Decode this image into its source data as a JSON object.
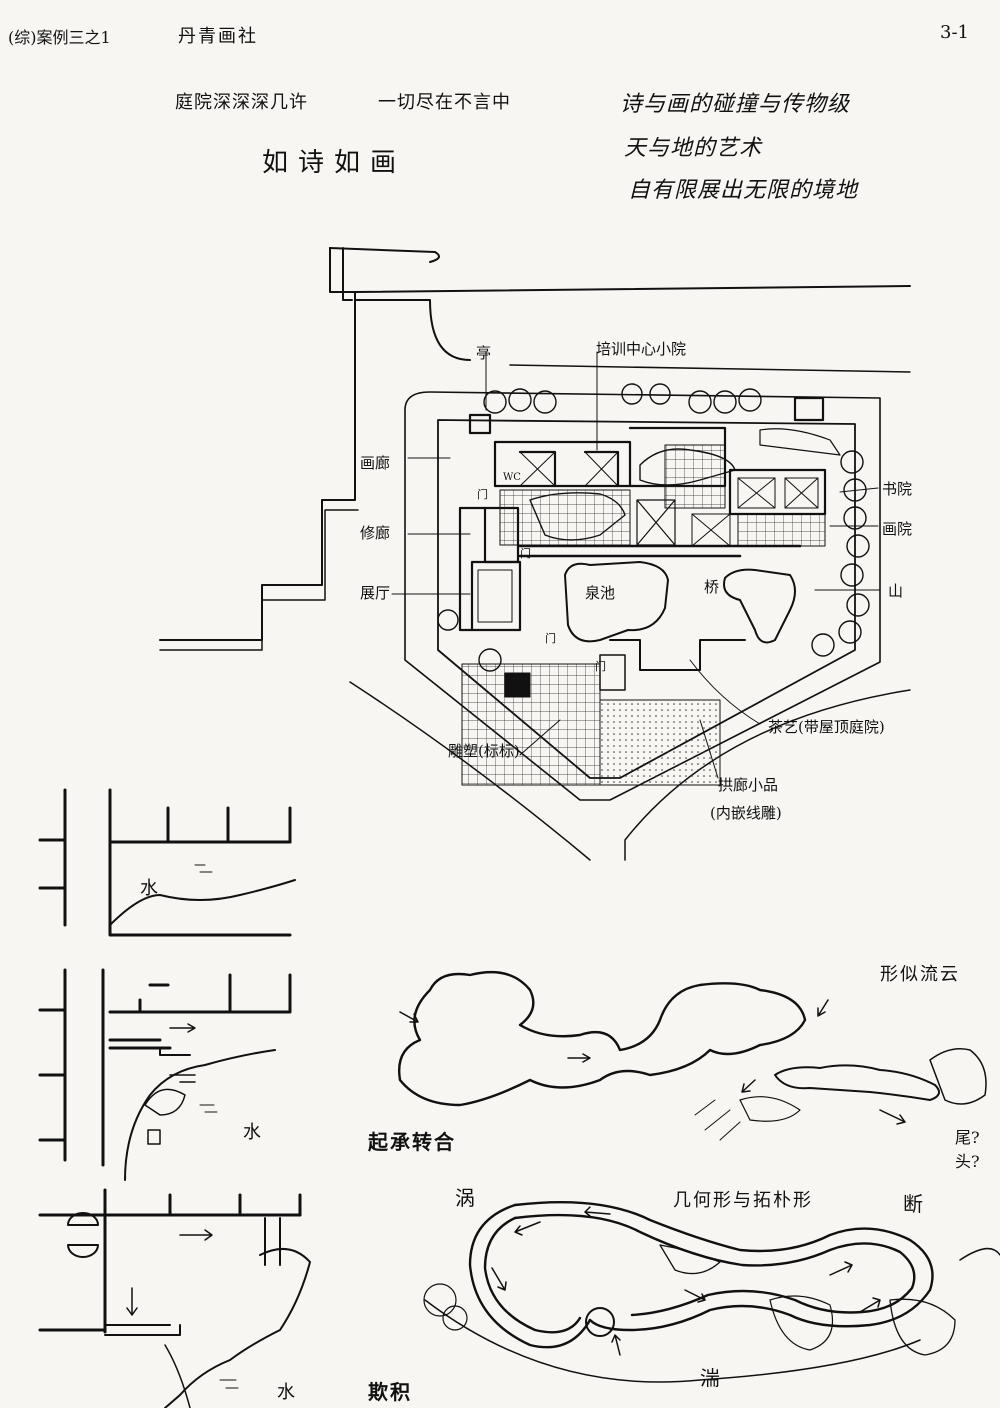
{
  "header": {
    "top_left": "(综)案例三之1",
    "publisher": "丹青画社",
    "page_number": "3-1"
  },
  "title": {
    "line1_a": "庭院深深深几许",
    "line1_b": "一切尽在不言中",
    "line2": "如诗如画"
  },
  "quote": {
    "line1": "诗与画的碰撞与传物级",
    "line2": "天与地的艺术",
    "line3": "自有限展出无限的境地"
  },
  "plan_labels": {
    "ting": "亭",
    "training": "培训中心小院",
    "huapu": "画廊",
    "xiulang": "修廊",
    "zhanting": "展厅",
    "wc": "WC",
    "shuchi": "泉池",
    "qiao": "桥",
    "shuyuan": "书院",
    "huayuan": "画院",
    "shan": "山",
    "chayi": "茶艺(带屋顶庭院)",
    "gongjiao": "拱廊小品",
    "gongjiao_sub": "(内嵌线雕)",
    "sculpture": "雕塑(标标)",
    "men": "门"
  },
  "diagram_labels": {
    "water": "水",
    "flowing_cloud": "形似流云",
    "qicheng": "起承转合",
    "tail_head_1": "尾?",
    "tail_head_2": "头?",
    "hui": "涡",
    "geometry": "几何形与拓朴形",
    "duan": "断",
    "tuan": "湍",
    "yu": "欺积"
  }
}
